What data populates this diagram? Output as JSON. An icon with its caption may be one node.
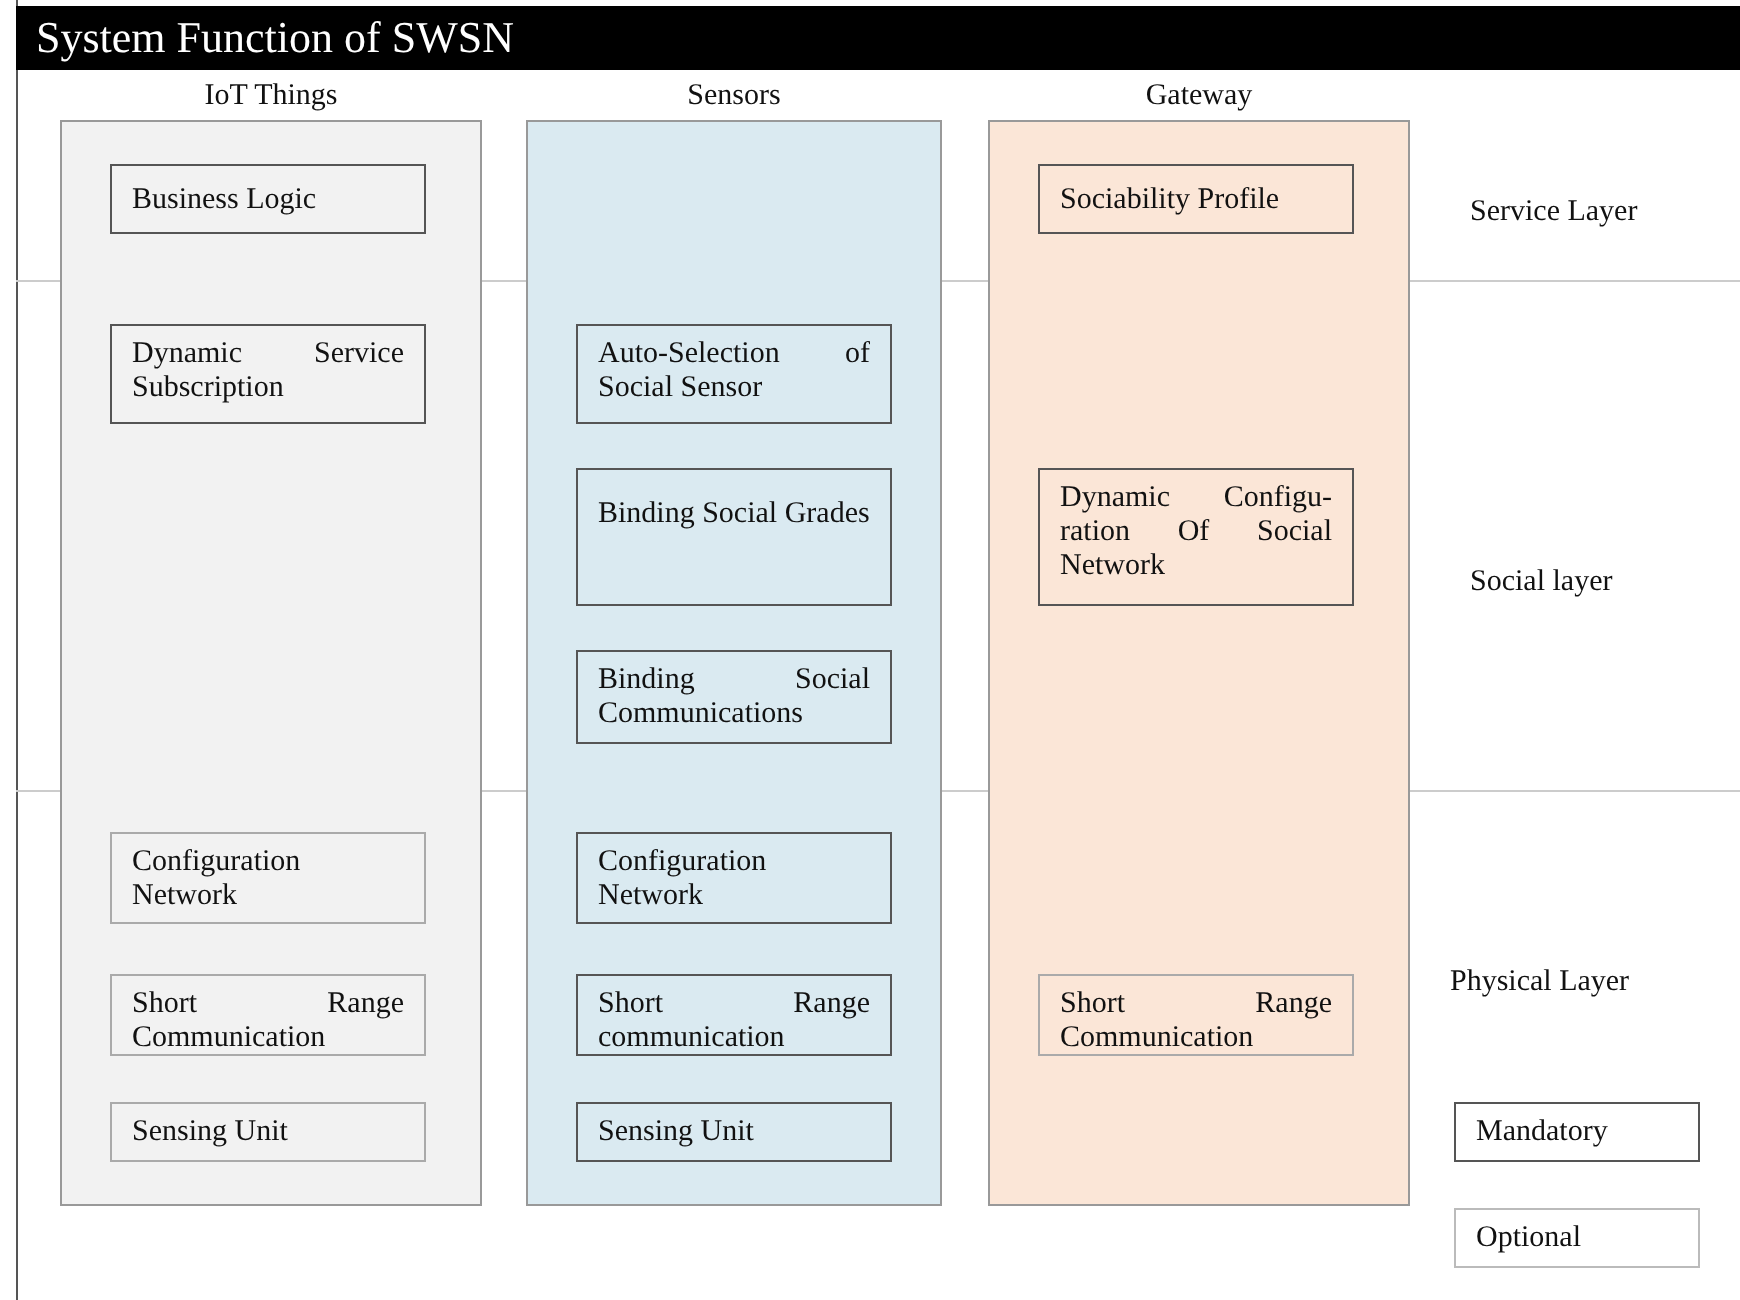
{
  "diagram": {
    "title": "System Function of SWSN",
    "nodes": [
      {
        "text": [
          "IoT Things"
        ]
      },
      {
        "text": [
          "Business Logic"
        ],
        "in": 0
      },
      {
        "text": [
          "Dynamic Service Subscription"
        ],
        "in": 0
      },
      {
        "text": [
          "Configuration Network"
        ],
        "in": 0
      },
      {
        "text": [
          "Short Range Communication"
        ],
        "in": 0
      },
      {
        "text": [
          "Sensing Unit"
        ],
        "in": 0
      },
      {
        "text": [
          "Sensors"
        ]
      },
      {
        "text": [
          "Auto-Selection of Social Sensor"
        ],
        "in": 6
      },
      {
        "text": [
          "Binding Social Grades"
        ],
        "in": 6
      },
      {
        "text": [
          "Binding Social Communications"
        ],
        "in": 6
      },
      {
        "text": [
          "Configuration Network"
        ],
        "in": 6
      },
      {
        "text": [
          "Short Range communication"
        ],
        "in": 6
      },
      {
        "text": [
          "Sensing Unit"
        ],
        "in": 6
      },
      {
        "text": [
          "Gateway"
        ]
      },
      {
        "text": [
          "Sociability Profile"
        ],
        "in": 13
      },
      {
        "text": [
          "Dynamic Configu- ration Of Social Network"
        ],
        "in": 13
      },
      {
        "text": [
          "Short Range Communication"
        ],
        "in": 13
      }
    ],
    "edges": [],
    "labels": [
      "Service Layer",
      "Social layer",
      "Physical Layer"
    ],
    "legend": [
      {
        "text": "Mandatory"
      },
      {
        "text": "Optional"
      }
    ]
  }
}
